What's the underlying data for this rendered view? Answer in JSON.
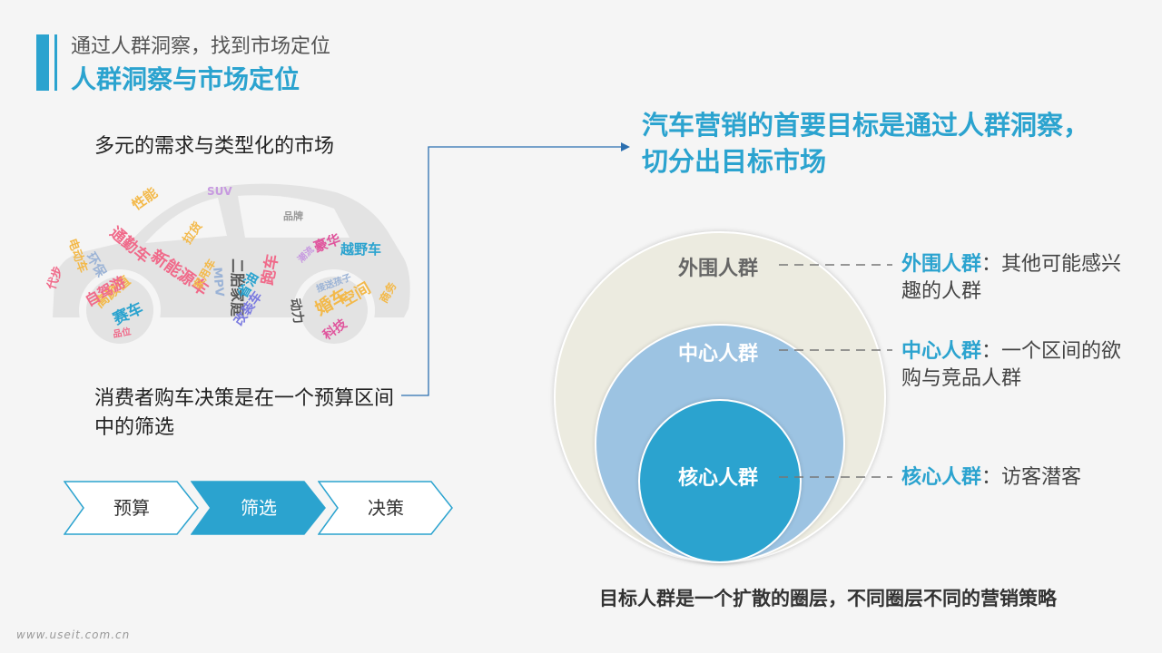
{
  "header": {
    "subtitle": "通过人群洞察，找到市场定位",
    "title": "人群洞察与市场定位"
  },
  "left": {
    "demand_text": "多元的需求与类型化的市场",
    "decision_text": "消费者购车决策是在一个预算区间中的筛选",
    "car_words": [
      "SUV",
      "性能",
      "品牌",
      "通勤车",
      "新能源车",
      "环保",
      "电动车",
      "越野车",
      "豪华",
      "代步",
      "拉货",
      "MPV",
      "二胎家庭",
      "家用车",
      "省油",
      "接送孩子",
      "高颜值",
      "改装车",
      "自驾游",
      "赛车",
      "婚车",
      "跑车",
      "空间",
      "科技",
      "商务",
      "动力",
      "品位",
      "潮流"
    ]
  },
  "steps": [
    "预算",
    "筛选",
    "决策"
  ],
  "goal": "汽车营销的首要目标是通过人群洞察，切分出目标市场",
  "circles": {
    "outer": {
      "label": "外围人群",
      "desc_head": "外围人群",
      "desc_body": "：其他可能感兴趣的人群"
    },
    "middle": {
      "label": "中心人群",
      "desc_head": "中心人群",
      "desc_body": "：一个区间的欲购与竞品人群"
    },
    "core": {
      "label": "核心人群",
      "desc_head": "核心人群",
      "desc_body": "：访客潜客"
    }
  },
  "bottom_caption": "目标人群是一个扩散的圈层，不同圈层不同的营销策略",
  "watermark": "www.useit.com.cn",
  "colors": {
    "accent": "#2ba3cf",
    "outer": "#ecebe0",
    "middle": "#9cc3e2",
    "core": "#2ba3cf"
  }
}
